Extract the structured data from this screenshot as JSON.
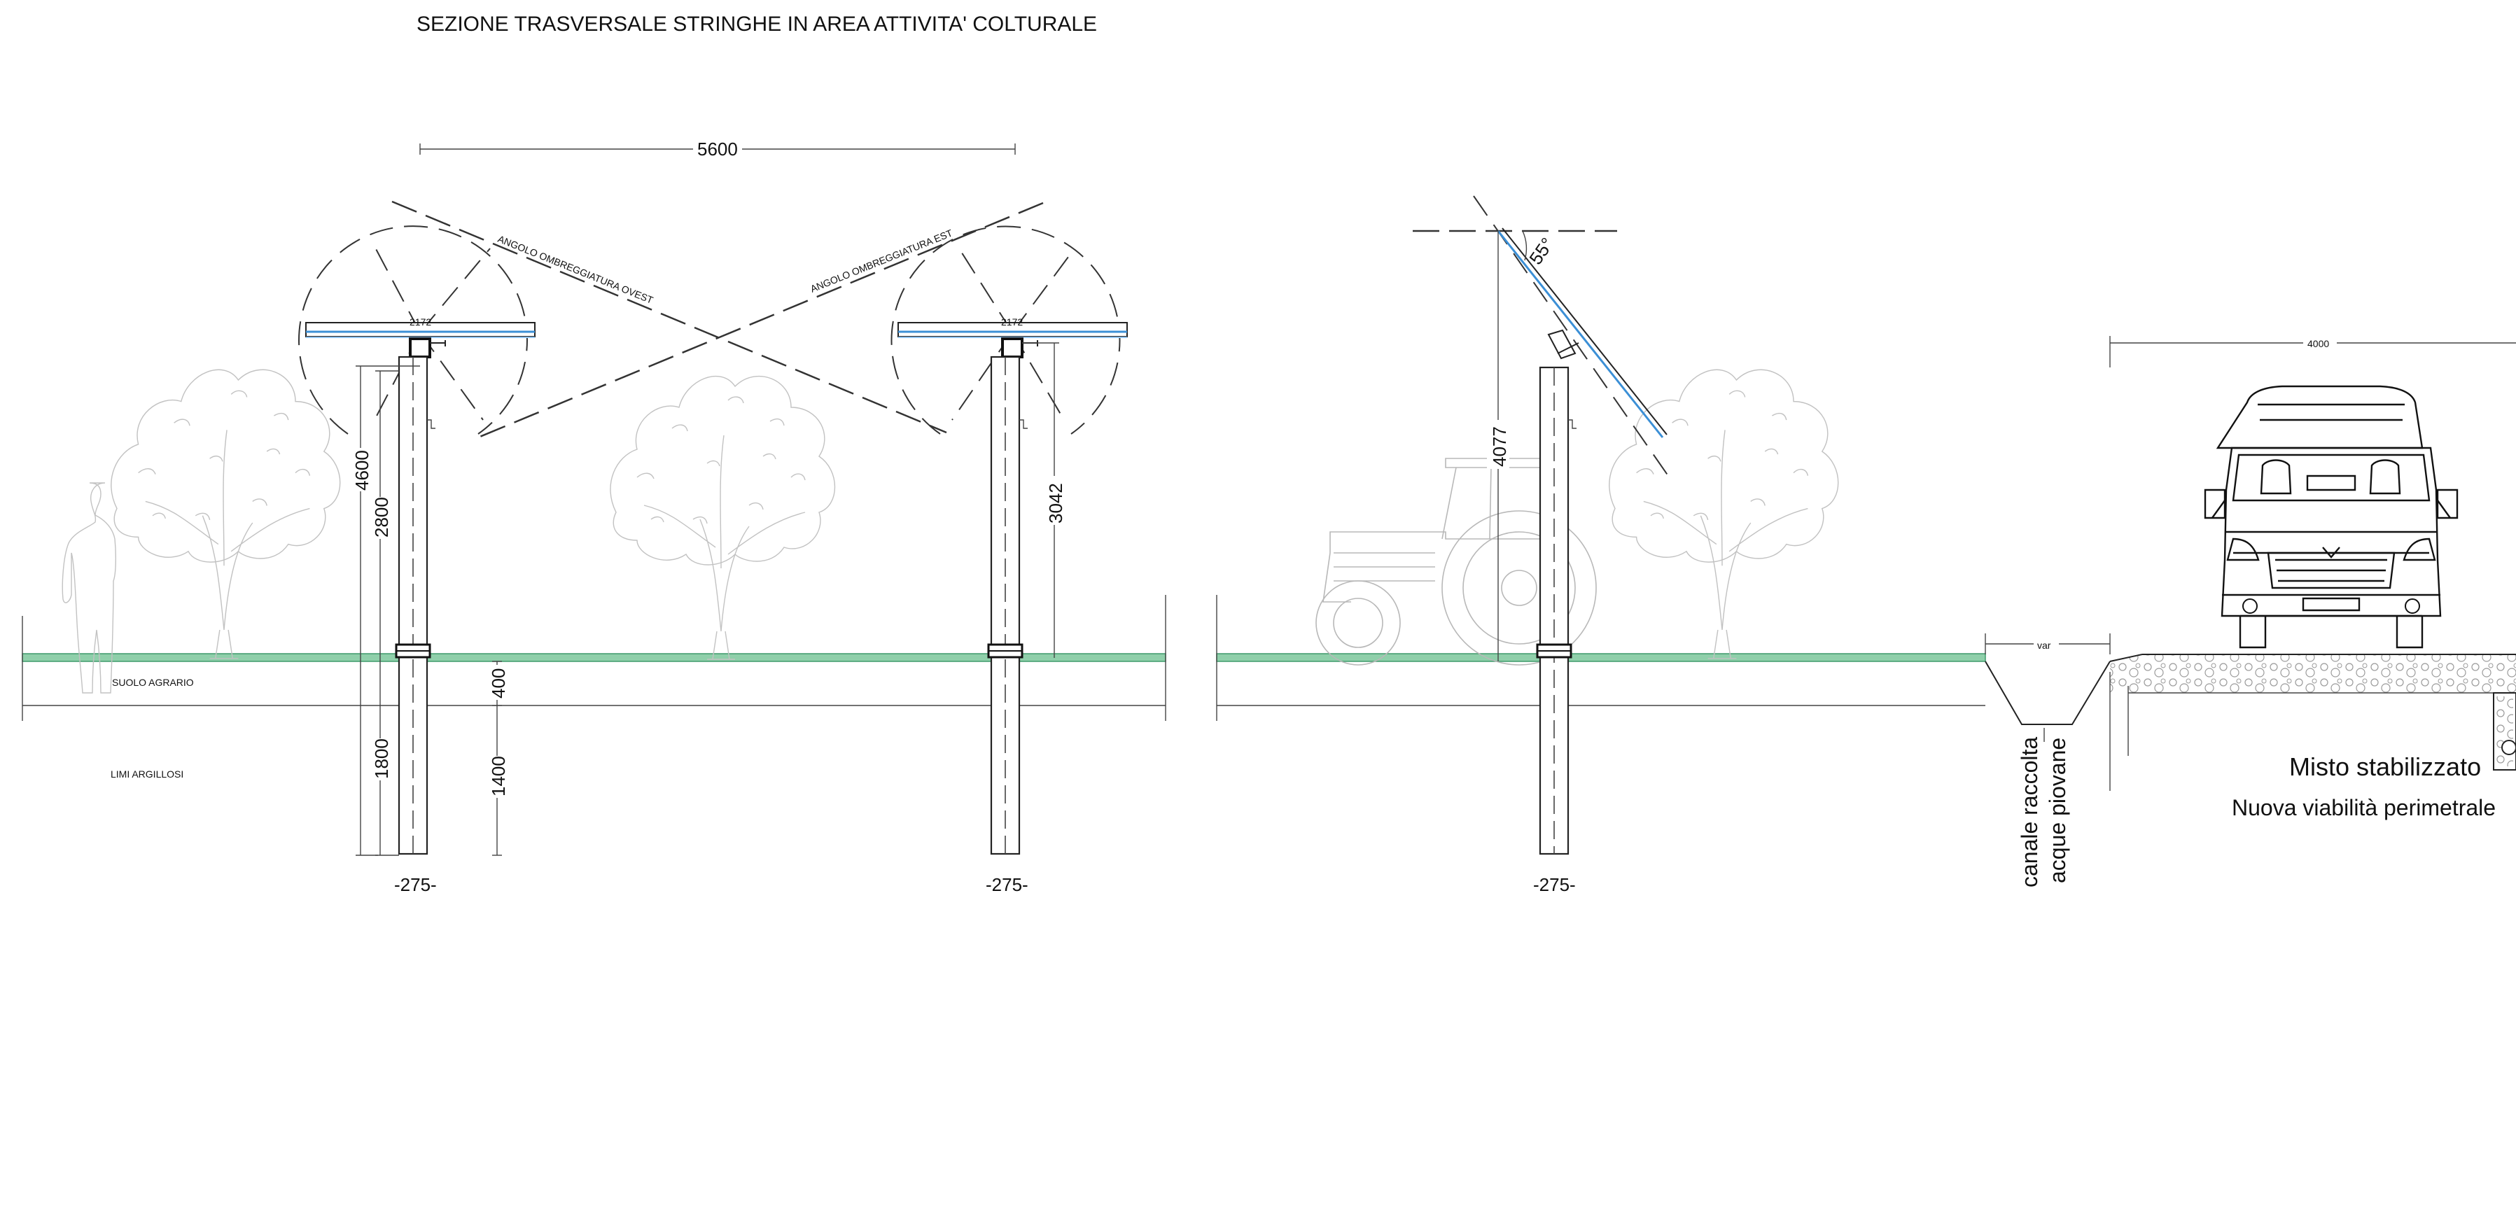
{
  "title": "SEZIONE TRASVERSALE STRINGHE IN AREA ATTIVITA' COLTURALE",
  "dimensions": {
    "span": "5600",
    "module_left": "2172",
    "module_right": "2172",
    "height_total": "4600",
    "height_above": "2800",
    "depth_below": "1800",
    "soil_depth": "400",
    "clay_depth": "1400",
    "hub_height": "3042",
    "tilt_height": "4077",
    "tilt_angle": "55°",
    "pile_left": "-275-",
    "pile_mid": "-275-",
    "pile_right": "-275-",
    "road_width": "4000",
    "ditch_width": "var"
  },
  "labels": {
    "shade_west": "ANGOLO OMBREGGIATURA OVEST",
    "shade_east": "ANGOLO OMBREGGIATURA EST",
    "soil_top": "SUOLO AGRARIO",
    "soil_bottom": "LIMI ARGILLOSI",
    "ditch_line1": "canale raccolta",
    "ditch_line2": "acque piovane",
    "road_material": "Misto stabilizzato",
    "road_name": "Nuova viabilità perimetrale"
  },
  "colors": {
    "ground": "#8fcfaa",
    "panel": "#3b8fd6",
    "line": "#222222",
    "faded": "#b8b8b8"
  }
}
